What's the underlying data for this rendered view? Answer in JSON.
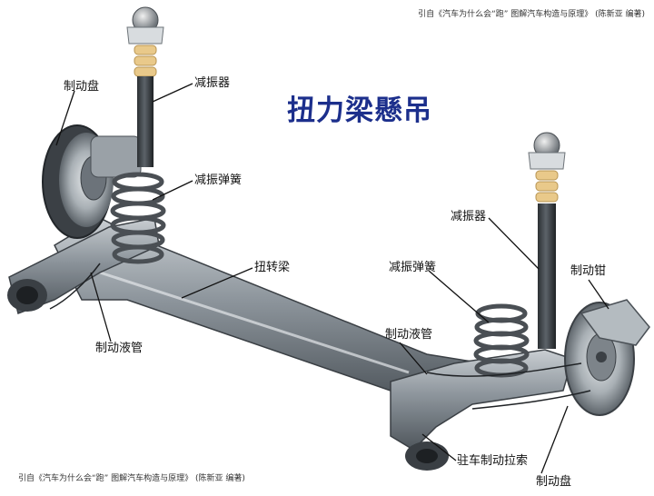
{
  "title": "扭力梁懸吊",
  "caption_top": "引自《汽车为什么会“跑” 图解汽车构造与原理》 (陈新亚 编著)",
  "caption_bottom": "引自《汽车为什么会“跑” 图解汽车构造与原理》 (陈新亚 编著)",
  "labels": {
    "brake_disc_left": "制动盘",
    "shock_absorber_left": "减振器",
    "coil_spring_left": "减振弹簧",
    "torsion_beam": "扭转梁",
    "brake_line_left": "制动液管",
    "shock_absorber_right": "减振器",
    "coil_spring_right": "减振弹簧",
    "brake_caliper": "制动钳",
    "brake_line_right": "制动液管",
    "parking_brake_cable": "驻车制动拉索",
    "brake_disc_right": "制动盘"
  },
  "colors": {
    "title": "#1c2f8c",
    "metal": "#8d959c",
    "spring": "#4a4f54",
    "bumper": "#e9c98a"
  }
}
